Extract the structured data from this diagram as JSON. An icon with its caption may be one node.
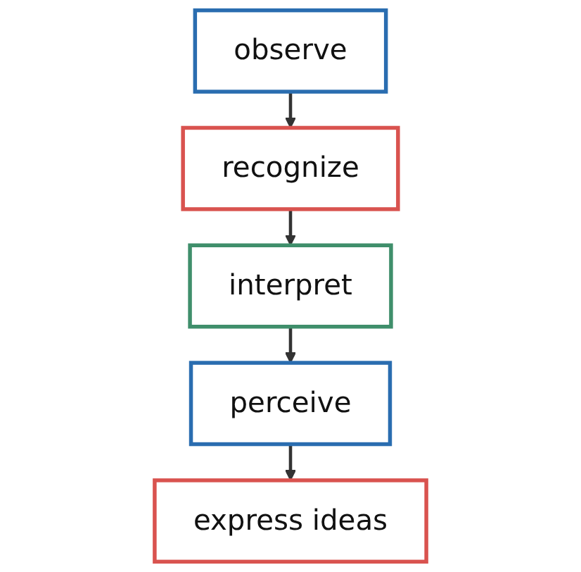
{
  "diagram": {
    "nodes": [
      {
        "text": [
          "observe"
        ]
      },
      {
        "text": [
          "recognize"
        ]
      },
      {
        "text": [
          "interpret"
        ]
      },
      {
        "text": [
          "perceive"
        ]
      },
      {
        "text": [
          "express ideas"
        ]
      }
    ],
    "edges": [
      {
        "from": 0,
        "to": 1,
        "arrow": "to"
      },
      {
        "from": 1,
        "to": 2,
        "arrow": "to"
      },
      {
        "from": 2,
        "to": 3,
        "arrow": "to"
      },
      {
        "from": 3,
        "to": 4,
        "arrow": "to"
      }
    ]
  }
}
